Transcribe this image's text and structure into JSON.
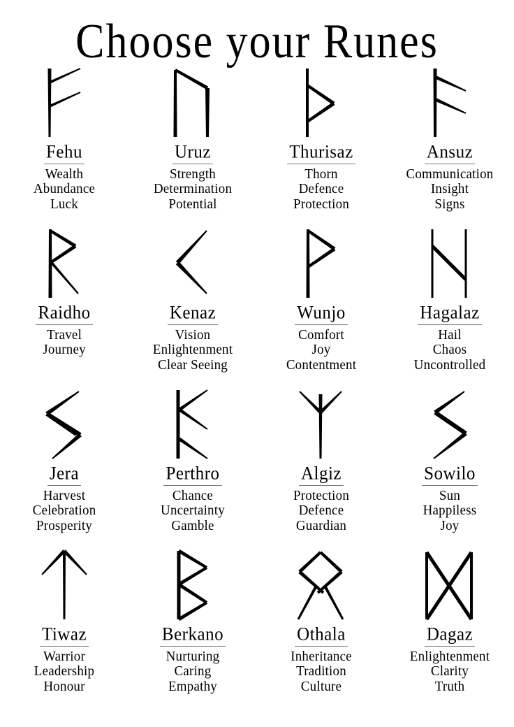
{
  "page": {
    "title": "Choose your Runes",
    "background_color": "#ffffff",
    "text_color": "#000000",
    "underline_color": "#7c7c7c"
  },
  "runes": [
    {
      "name": "Fehu",
      "glyph_name": "fehu-rune",
      "meanings": [
        "Wealth",
        "Abundance",
        "Luck"
      ]
    },
    {
      "name": "Uruz",
      "glyph_name": "uruz-rune",
      "meanings": [
        "Strength",
        "Determination",
        "Potential"
      ]
    },
    {
      "name": "Thurisaz",
      "glyph_name": "thurisaz-rune",
      "meanings": [
        "Thorn",
        "Defence",
        "Protection"
      ]
    },
    {
      "name": "Ansuz",
      "glyph_name": "ansuz-rune",
      "meanings": [
        "Communication",
        "Insight",
        "Signs"
      ]
    },
    {
      "name": "Raidho",
      "glyph_name": "raidho-rune",
      "meanings": [
        "Travel",
        "Journey"
      ]
    },
    {
      "name": "Kenaz",
      "glyph_name": "kenaz-rune",
      "meanings": [
        "Vision",
        "Enlightenment",
        "Clear Seeing"
      ]
    },
    {
      "name": "Wunjo",
      "glyph_name": "wunjo-rune",
      "meanings": [
        "Comfort",
        "Joy",
        "Contentment"
      ]
    },
    {
      "name": "Hagalaz",
      "glyph_name": "hagalaz-rune",
      "meanings": [
        "Hail",
        "Chaos",
        "Uncontrolled"
      ]
    },
    {
      "name": "Jera",
      "glyph_name": "jera-rune",
      "meanings": [
        "Harvest",
        "Celebration",
        "Prosperity"
      ]
    },
    {
      "name": "Perthro",
      "glyph_name": "perthro-rune",
      "meanings": [
        "Chance",
        "Uncertainty",
        "Gamble"
      ]
    },
    {
      "name": "Algiz",
      "glyph_name": "algiz-rune",
      "meanings": [
        "Protection",
        "Defence",
        "Guardian"
      ]
    },
    {
      "name": "Sowilo",
      "glyph_name": "sowilo-rune",
      "meanings": [
        "Sun",
        "Happiless",
        "Joy"
      ]
    },
    {
      "name": "Tiwaz",
      "glyph_name": "tiwaz-rune",
      "meanings": [
        "Warrior",
        "Leadership",
        "Honour"
      ]
    },
    {
      "name": "Berkano",
      "glyph_name": "berkano-rune",
      "meanings": [
        "Nurturing",
        "Caring",
        "Empathy"
      ]
    },
    {
      "name": "Othala",
      "glyph_name": "othala-rune",
      "meanings": [
        "Inheritance",
        "Tradition",
        "Culture"
      ]
    },
    {
      "name": "Dagaz",
      "glyph_name": "dagaz-rune",
      "meanings": [
        "Enlightenment",
        "Clarity",
        "Truth"
      ]
    }
  ]
}
